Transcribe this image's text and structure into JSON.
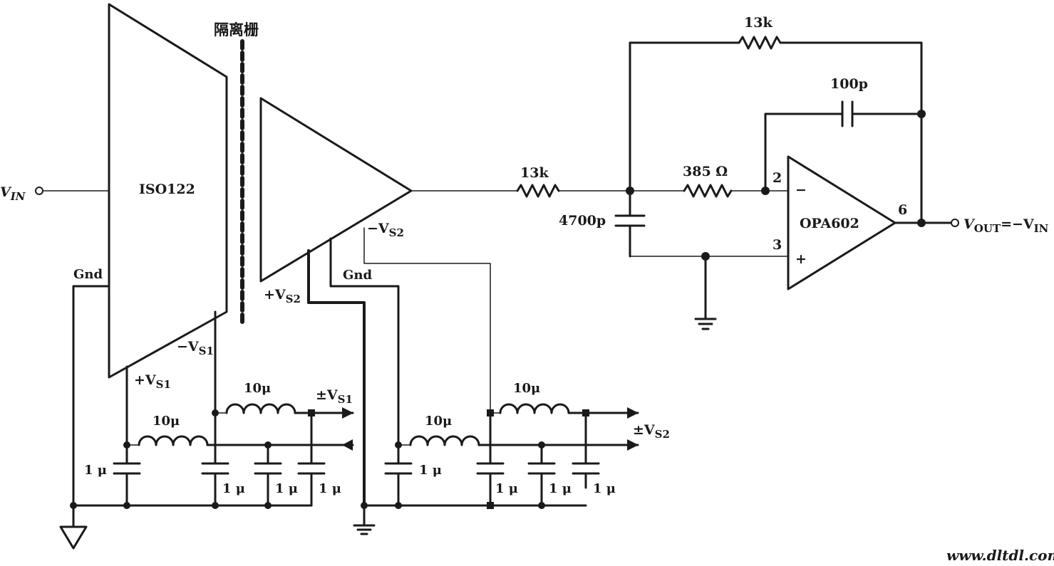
{
  "labels": {
    "barrier": "隔离栅",
    "iso": "ISO122",
    "opa": "OPA602",
    "vin": "V",
    "vin_sub": "IN",
    "vout": "V",
    "vout_sub": "OUT",
    "vout_eq": "=−V",
    "vout_eq_sub": "IN",
    "gnd1": "Gnd",
    "gnd2": "Gnd",
    "vs1_minus": "−V",
    "vs1_plus": "+V",
    "vs2_minus": "−V",
    "vs2_plus": "+V",
    "vs1_sub": "S1",
    "vs2_sub": "S2",
    "pm_vs1": "±V",
    "pm_vs2": "±V",
    "r_feedback": "13k",
    "r_input": "13k",
    "r_385": "385 Ω",
    "c_100p": "100p",
    "c_4700p": "4700p",
    "pin2": "2",
    "pin3": "3",
    "pin6": "6",
    "minus_sign": "−",
    "plus_sign": "+",
    "l_10u_1": "10μ",
    "l_10u_2": "10μ",
    "l_10u_3": "10μ",
    "l_10u_4": "10μ",
    "c_1u_1": "1 μ",
    "c_1u_2": "1 μ",
    "c_1u_3": "1 μ",
    "c_1u_4": "1 μ",
    "c_1u_5": "1 μ",
    "c_1u_6": "1 μ",
    "c_1u_7": "1 μ",
    "c_1u_8": "1 μ",
    "watermark": "www.dltdl.com"
  }
}
